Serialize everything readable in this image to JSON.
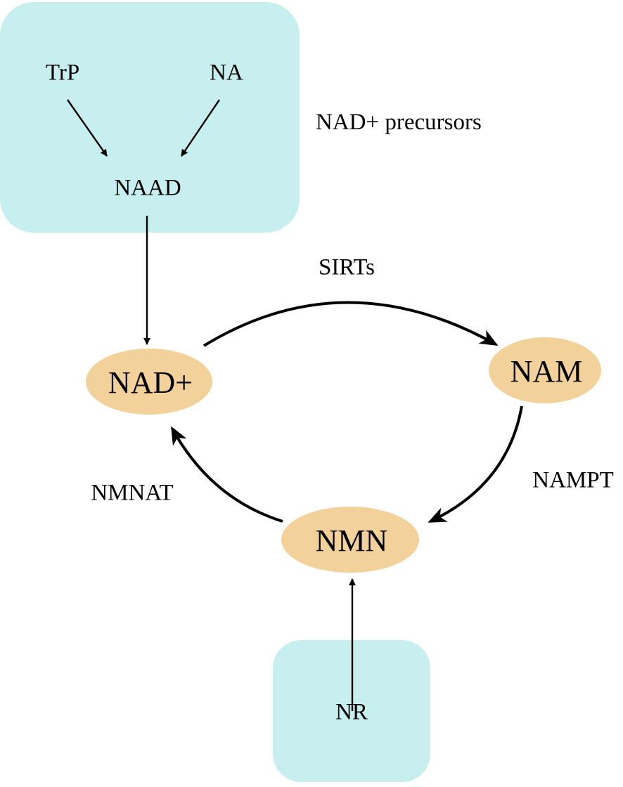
{
  "nodes": {
    "trp": "TrP",
    "na": "NA",
    "naad": "NAAD",
    "nad_plus": "NAD+",
    "nam": "NAM",
    "nmn": "NMN",
    "nr": "NR"
  },
  "labels": {
    "precursors": "NAD+ precursors",
    "sirts": "SIRTs",
    "nampt": "NAMPT",
    "nmnat": "NMNAT"
  },
  "colors": {
    "box_fill": "#c8eff0",
    "ellipse_fill": "#f3d19a",
    "arrow": "#000000"
  }
}
